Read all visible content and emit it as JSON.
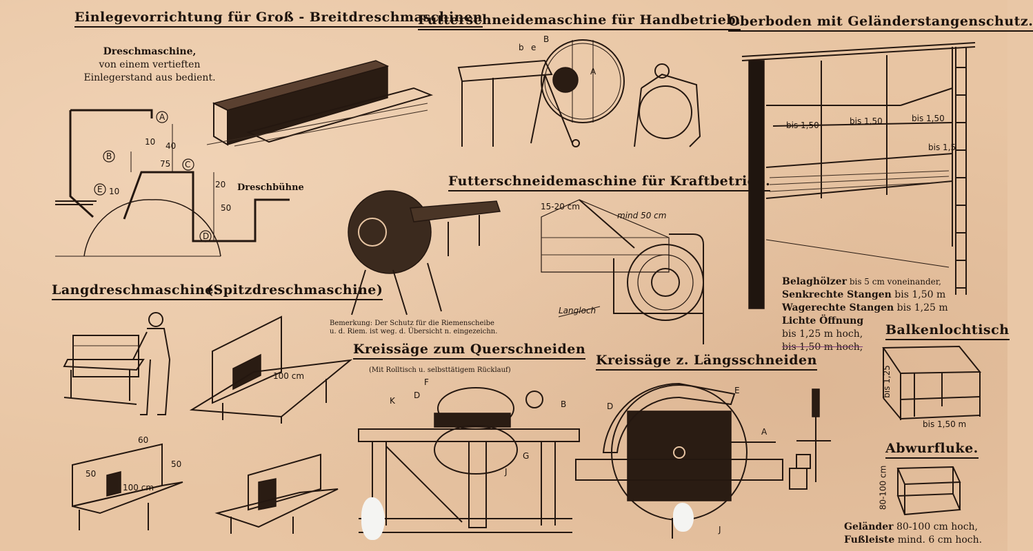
{
  "headings": {
    "einlege": "Einlegevorrichtung für Groß - Breitdreschmaschinen",
    "hand": "Futterschneidemaschine für Handbetrieb.",
    "oberboden": "Oberboden mit Geländerstangenschutz.",
    "kraft": "Futterschneidemaschine für Kraftbetrieb.",
    "lang": "Langdreschmaschine.",
    "spitz": "(Spitzdreschmaschine)",
    "quer": "Kreissäge zum Querschneiden",
    "laengs": "Kreissäge z. Längsschneiden",
    "balken": "Balkenlochtisch",
    "abwurf": "Abwurfluke."
  },
  "einlege": {
    "caption": [
      "Dreschmaschine,",
      "von einem vertieften",
      "Einlegerstand aus bedient."
    ],
    "labels": {
      "A": "A",
      "B": "B",
      "C": "C",
      "D": "D",
      "E": "E"
    },
    "dims": {
      "d10a": "10",
      "d40": "40",
      "d75": "75",
      "d10b": "10",
      "d20": "20",
      "d50": "50"
    },
    "buehne": "Dreschbühne"
  },
  "hand": {
    "labels": {
      "b": "b",
      "e": "e",
      "B": "B",
      "A": "A"
    }
  },
  "kraft": {
    "bemerkung": [
      "Bemerkung: Der Schutz für die Riemenscheibe",
      "u. d. Riem. ist weg. d. Übersicht n. eingezeichn."
    ],
    "dim1": "15-20 cm",
    "dim2": "mind 50 cm",
    "langloch": "Langloch"
  },
  "oberboden": {
    "dims": [
      "bis 1,50",
      "bis 1,50",
      "bis 1,50",
      "bis 1,5"
    ],
    "notes": [
      {
        "bold": "Belaghölzer",
        "rest": " bis 5 cm voneinander,"
      },
      {
        "bold": "Senkrechte Stangen",
        "rest": " bis 1,50 m"
      },
      {
        "bold": "Wagerechte Stangen",
        "rest": " bis 1,25 m"
      },
      {
        "bold": "Lichte Öffnung",
        "rest": ""
      }
    ],
    "open1": "bis 1,25 m hoch,",
    "open2": "bis 1,50 m hoch,"
  },
  "spitz": {
    "dim": "100 cm"
  },
  "lang_small": {
    "d60": "60",
    "d50a": "50",
    "d50b": "50",
    "d100": "100 cm"
  },
  "quer": {
    "sub": "(Mit Rolltisch u. selbsttätigem Rücklauf)",
    "labels": {
      "F": "F",
      "D": "D",
      "K": "K",
      "B": "B",
      "G": "G",
      "J": "J"
    }
  },
  "laengs": {
    "labels": {
      "D": "D",
      "E": "E",
      "A": "A",
      "J": "J"
    }
  },
  "balken": {
    "h": "bis 1,25",
    "w": "bis 1,50 m"
  },
  "abwurf": {
    "h": "80-100 cm",
    "note1_bold": "Geländer",
    "note1_rest": " 80-100 cm hoch,",
    "note2_bold": "Fußleiste",
    "note2_rest": " mind. 6 cm hoch."
  }
}
